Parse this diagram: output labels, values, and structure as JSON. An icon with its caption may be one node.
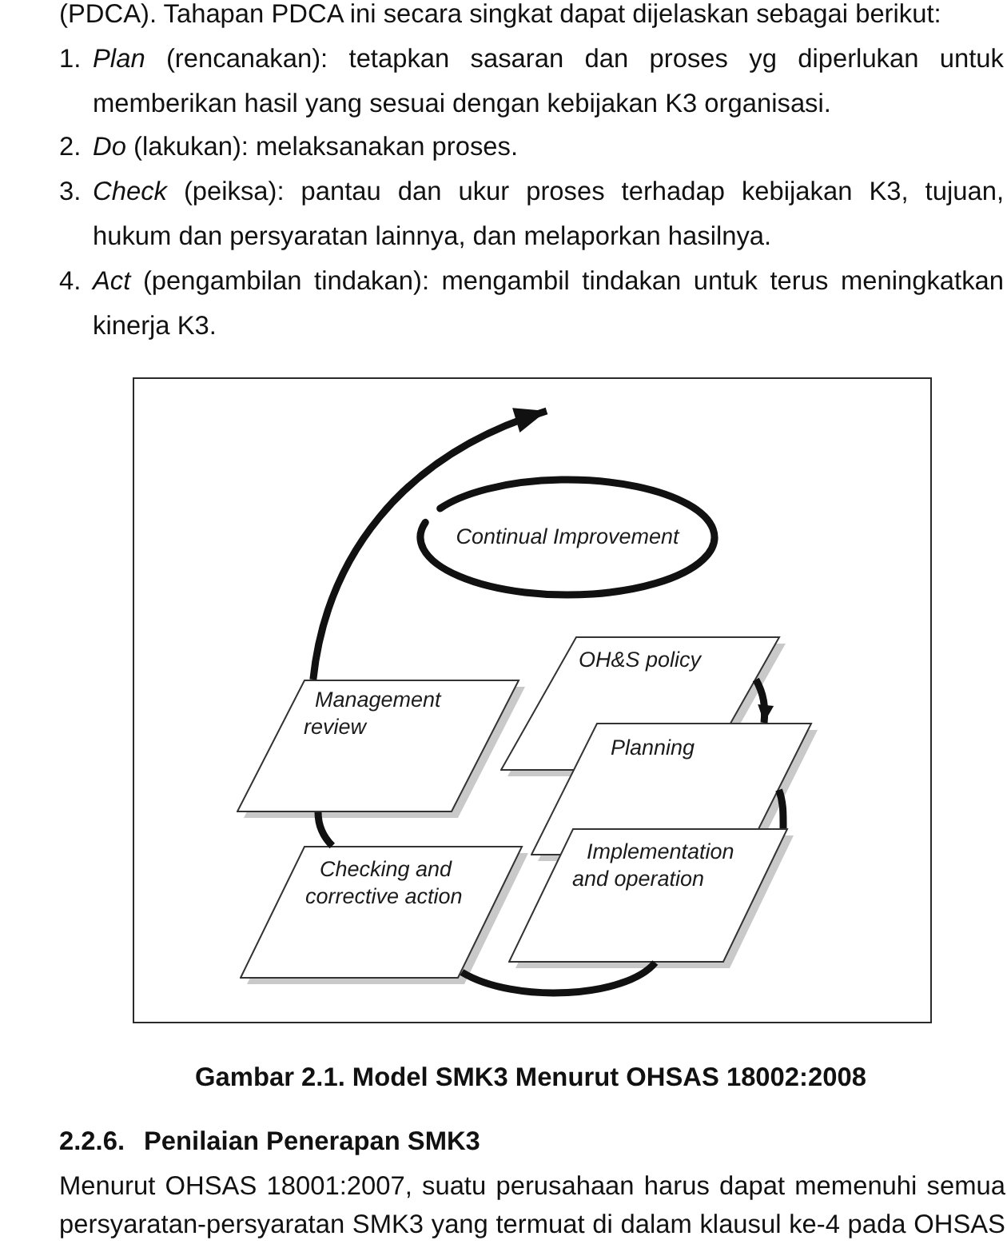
{
  "diagram": {
    "caption": "Gambar 2.1. Model SMK3 Menurut OHSAS 18002:2008",
    "nodes": [
      {
        "text": [
          "Continual Improvement"
        ]
      },
      {
        "text": [
          "OH&S policy"
        ]
      },
      {
        "text": [
          "Planning"
        ]
      },
      {
        "text": [
          "Implementation and operation"
        ]
      },
      {
        "text": [
          "Checking and corrective action"
        ]
      },
      {
        "text": [
          "Management review"
        ]
      }
    ],
    "edges": [
      {
        "from": 1,
        "to": 2,
        "arrow": "to"
      },
      {
        "from": 2,
        "to": 3,
        "arrow": "none"
      },
      {
        "from": 3,
        "to": 4,
        "arrow": "none"
      },
      {
        "from": 4,
        "to": 5,
        "arrow": "none"
      },
      {
        "from": 5,
        "to": null,
        "arrow": "to"
      }
    ],
    "labels": [
      "(PDCA). Tahapan PDCA ini secara singkat dapat dijelaskan sebagai berikut:",
      "1.",
      "*Plan* (rencanakan): tetapkan sasaran dan proses yg diperlukan untuk memberikan hasil yang sesuai dengan kebijakan K3 organisasi.",
      "2.",
      "*Do* (lakukan): melaksanakan proses.",
      "3.",
      "*Check* (peiksa): pantau dan ukur proses terhadap kebijakan K3, tujuan, hukum dan persyaratan lainnya, dan melaporkan hasilnya.",
      "4.",
      "*Act* (pengambilan tindakan): mengambil tindakan untuk terus meningkatkan kinerja K3.",
      "2.2.6.",
      "Penilaian Penerapan SMK3",
      "Menurut OHSAS 18001:2007, suatu perusahaan harus dapat memenuhi semua persyaratan-persyaratan SMK3 yang termuat di dalam klausul ke-4 pada OHSAS"
    ]
  }
}
